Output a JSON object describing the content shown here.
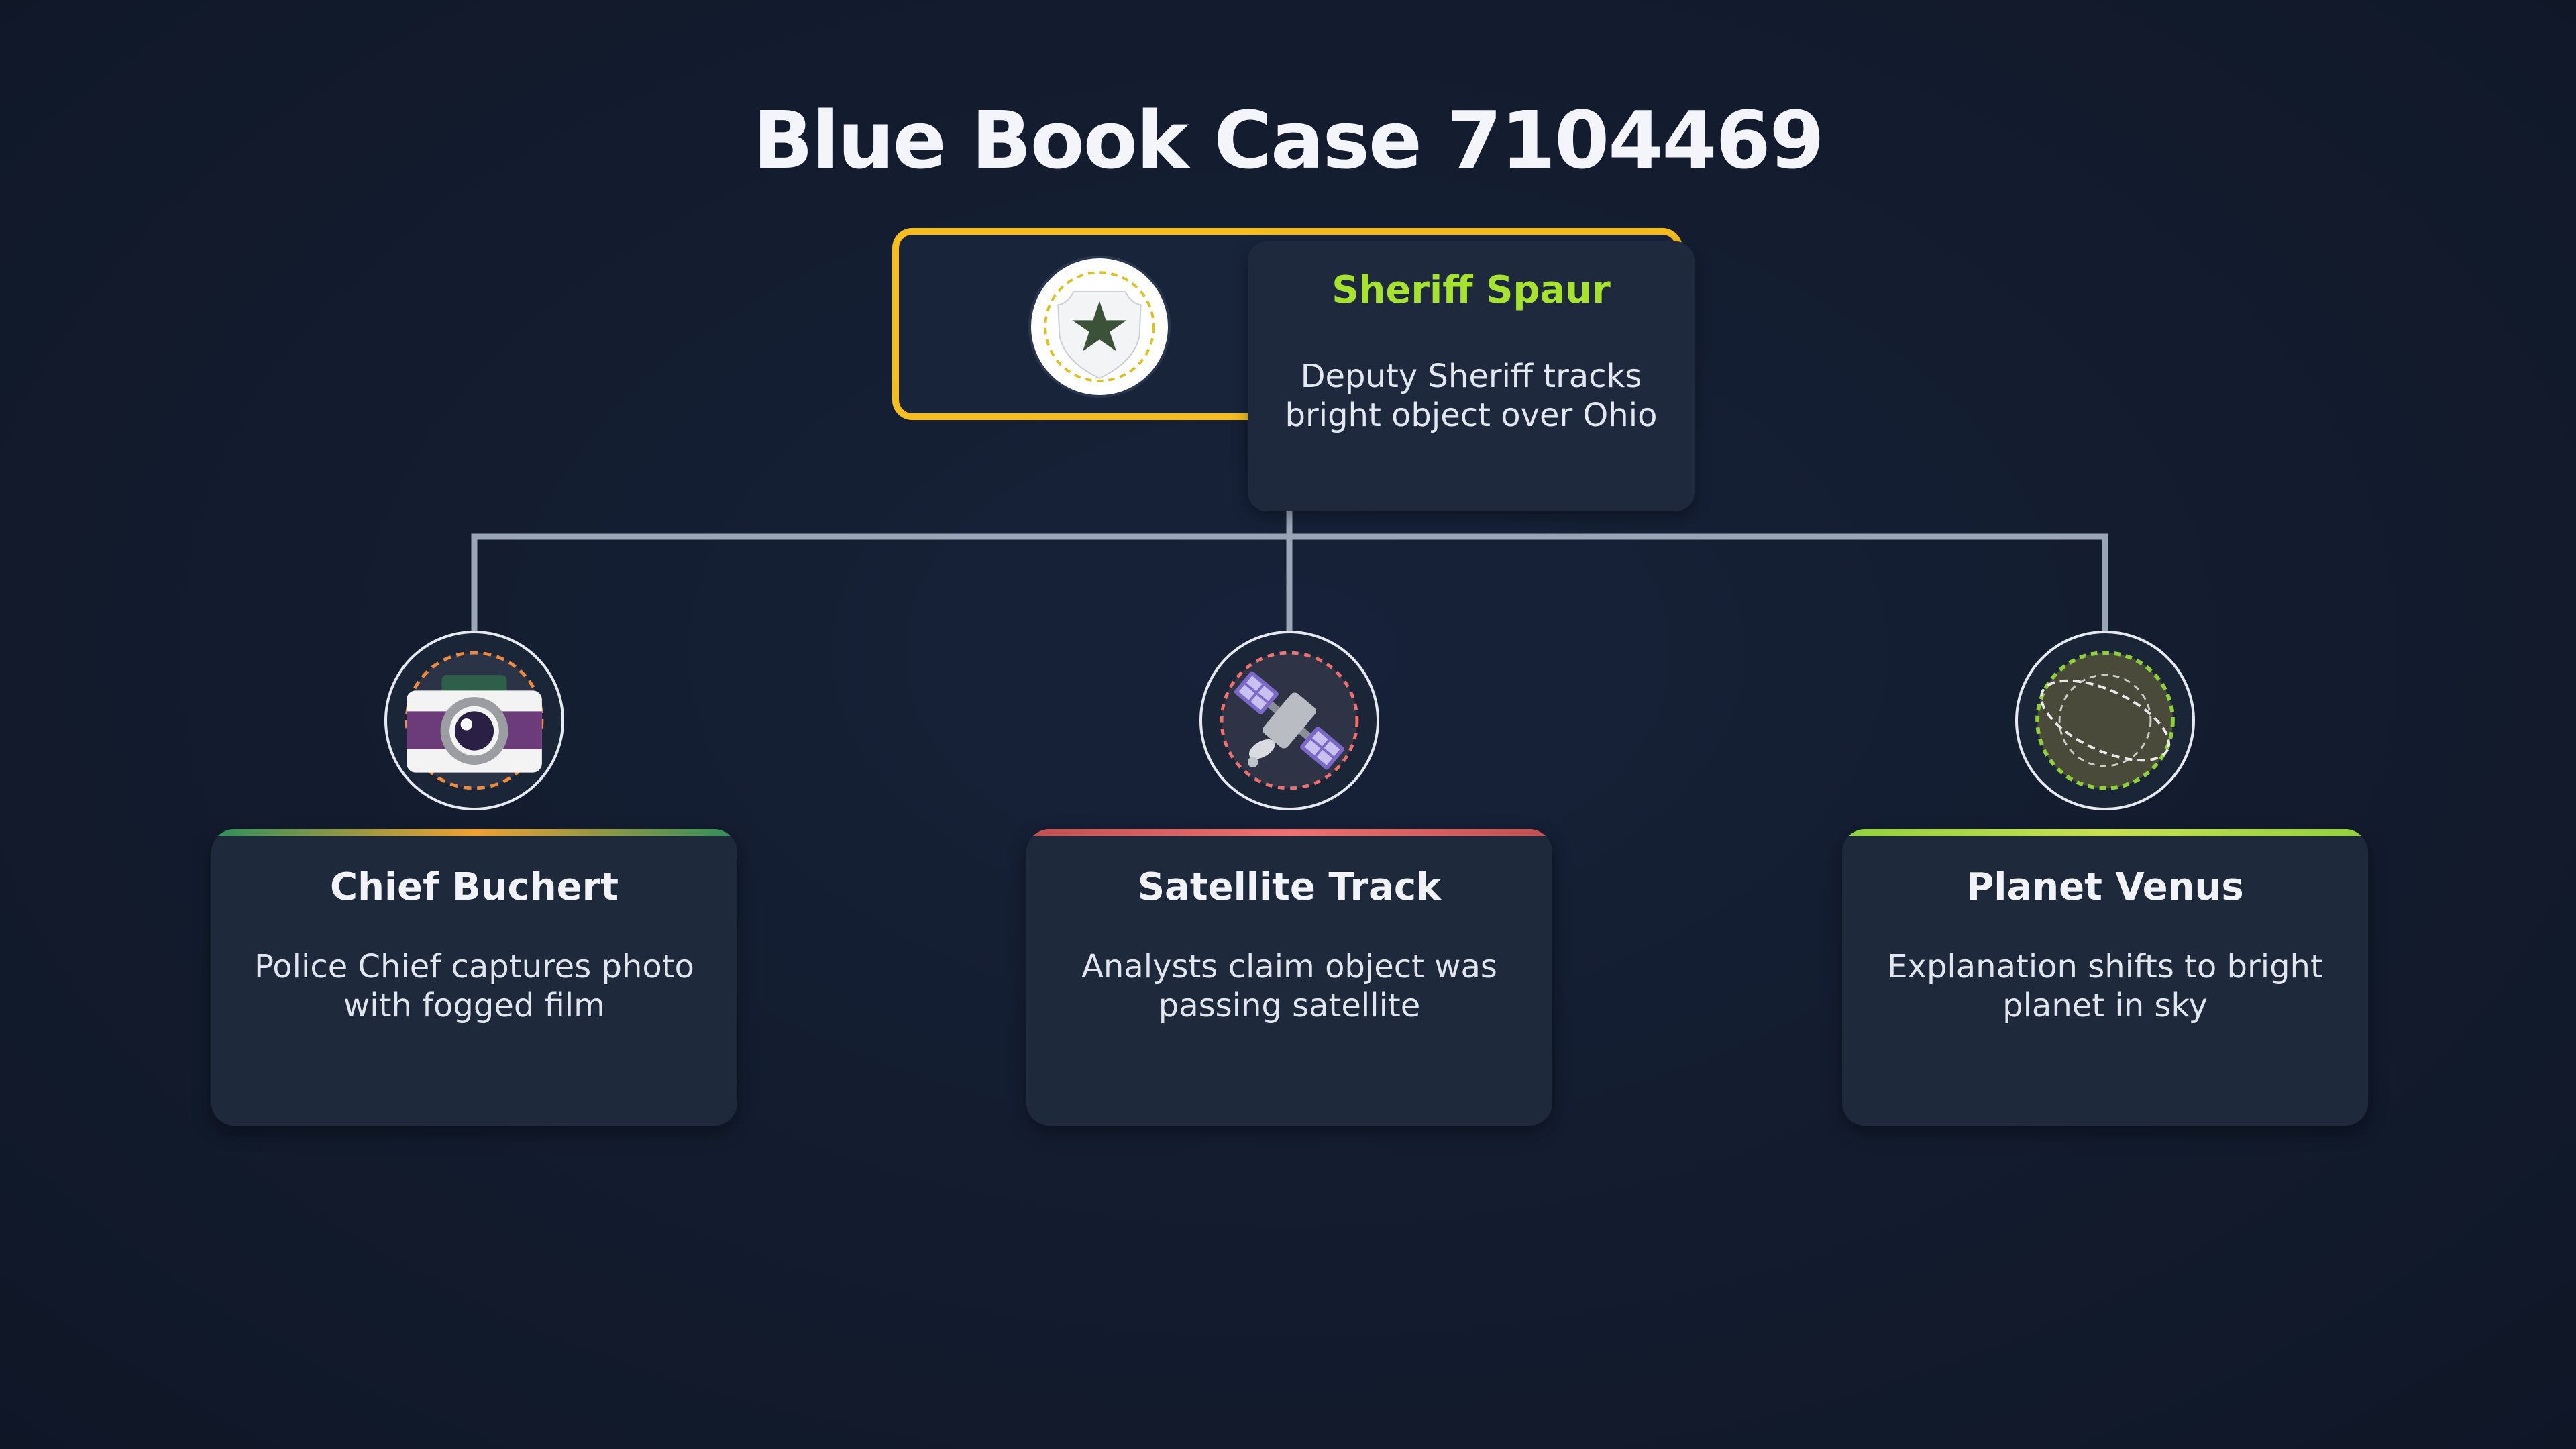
{
  "title": "Blue Book Case 7104469",
  "root": {
    "name": "Sheriff Spaur",
    "description": "Deputy Sheriff tracks bright object over Ohio",
    "icon": "badge-icon",
    "accent": "#f6bd1f",
    "name_color": "#a6e22e"
  },
  "children": [
    {
      "name": "Chief Buchert",
      "description": "Police Chief captures photo with fogged film",
      "icon": "camera-icon",
      "accent": "#f0a030"
    },
    {
      "name": "Satellite Track",
      "description": "Analysts claim object was passing satellite",
      "icon": "satellite-icon",
      "accent": "#f07070"
    },
    {
      "name": "Planet Venus",
      "description": "Explanation shifts to bright planet in sky",
      "icon": "planet-icon",
      "accent": "#a6e22e"
    }
  ]
}
